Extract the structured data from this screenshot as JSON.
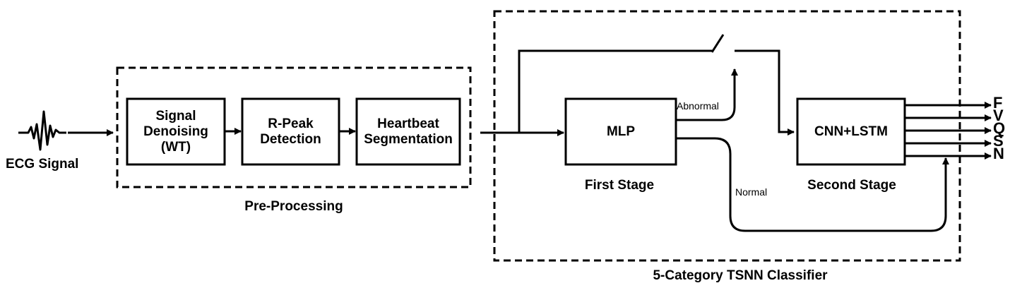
{
  "input": {
    "label": "ECG Signal"
  },
  "preprocessing": {
    "label": "Pre-Processing",
    "blocks": [
      {
        "text": "Signal\nDenoising\n(WT)"
      },
      {
        "text": "R-Peak\nDetection"
      },
      {
        "text": "Heartbeat\nSegmentation"
      }
    ]
  },
  "classifier": {
    "label": "5-Category TSNN Classifier",
    "first_stage": {
      "block": "MLP",
      "label": "First Stage"
    },
    "second_stage": {
      "block": "CNN+LSTM",
      "label": "Second Stage"
    },
    "abnormal_label": "Abnormal",
    "normal_label": "Normal",
    "classes": [
      "F",
      "V",
      "Q",
      "S",
      "N"
    ]
  }
}
